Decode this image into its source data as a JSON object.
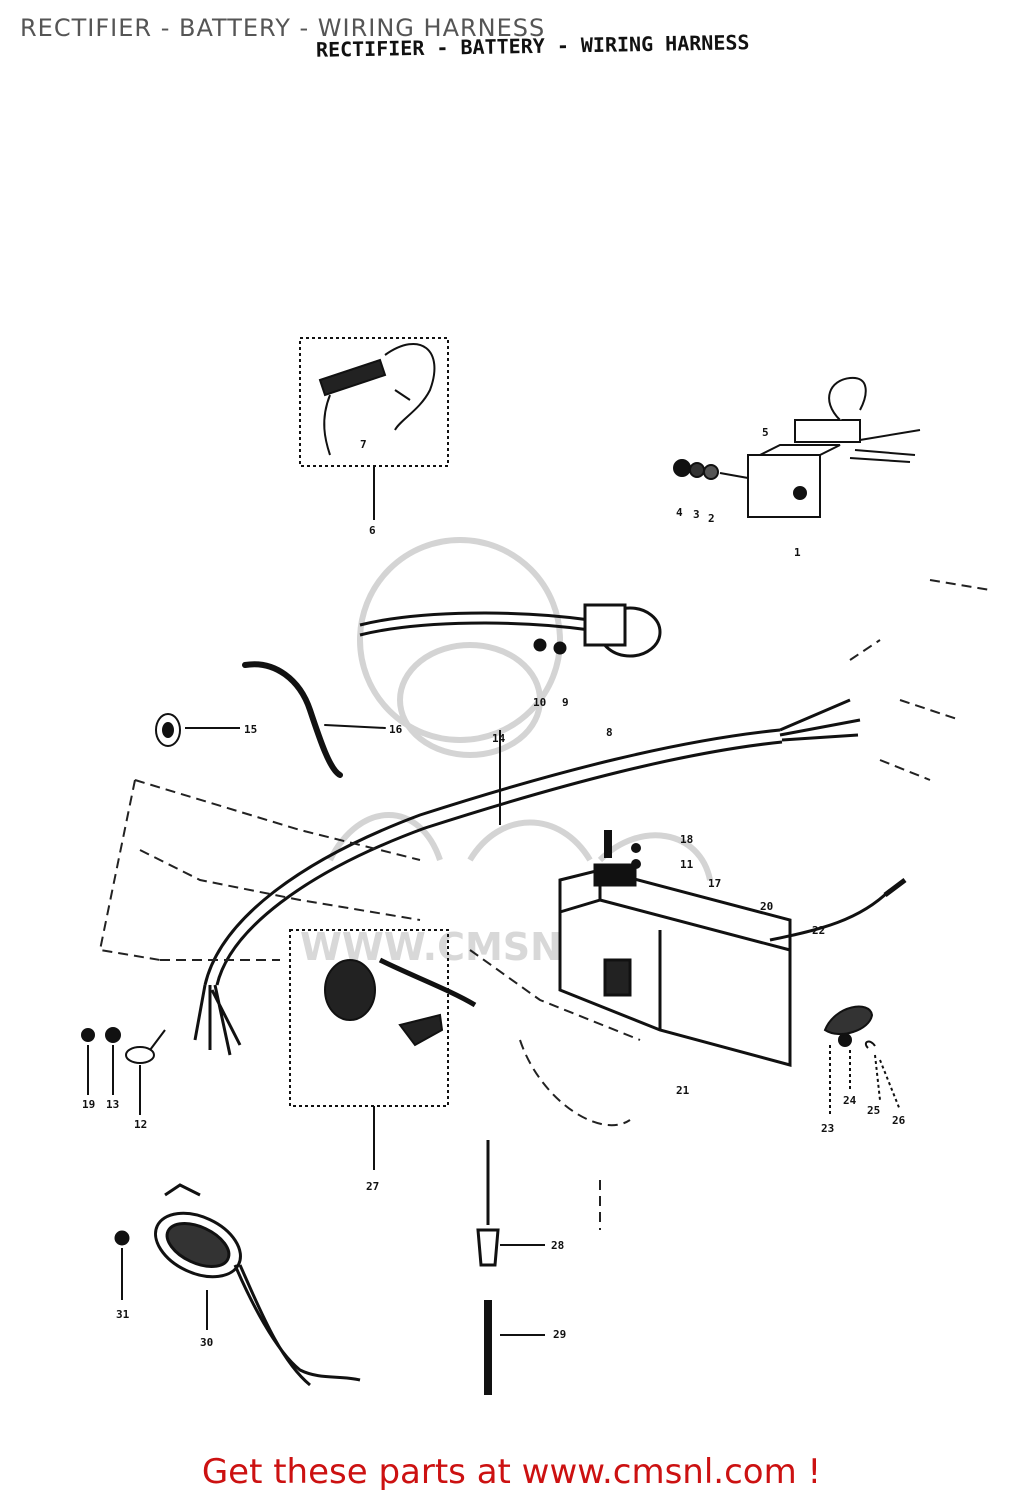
{
  "page_title": "RECTIFIER - BATTERY - WIRING HARNESS",
  "scan_title": "RECTIFIER - BATTERY - WIRING HARNESS",
  "footer_text": "Get these parts at www.cmsnl.com !",
  "colors": {
    "footer": "#cc1111",
    "line": "#111111",
    "watermark": "#cfcfcf"
  },
  "watermark_text": "CMS",
  "watermark_url": "WWW.CMSNL.COM",
  "callouts": [
    {
      "id": "c1",
      "label": "1"
    },
    {
      "id": "c2",
      "label": "2"
    },
    {
      "id": "c3",
      "label": "3"
    },
    {
      "id": "c4",
      "label": "4"
    },
    {
      "id": "c5",
      "label": "5"
    },
    {
      "id": "c6",
      "label": "6"
    },
    {
      "id": "c7",
      "label": "7"
    },
    {
      "id": "c8",
      "label": "8"
    },
    {
      "id": "c9",
      "label": "9"
    },
    {
      "id": "c10",
      "label": "10"
    },
    {
      "id": "c11",
      "label": "11"
    },
    {
      "id": "c12",
      "label": "12"
    },
    {
      "id": "c13",
      "label": "13"
    },
    {
      "id": "c14",
      "label": "14"
    },
    {
      "id": "c15",
      "label": "15"
    },
    {
      "id": "c16",
      "label": "16"
    },
    {
      "id": "c17",
      "label": "17"
    },
    {
      "id": "c18",
      "label": "18"
    },
    {
      "id": "c19",
      "label": "19"
    },
    {
      "id": "c20",
      "label": "20"
    },
    {
      "id": "c21",
      "label": "21"
    },
    {
      "id": "c22",
      "label": "22"
    },
    {
      "id": "c23",
      "label": "23"
    },
    {
      "id": "c24",
      "label": "24"
    },
    {
      "id": "c25",
      "label": "25"
    },
    {
      "id": "c26",
      "label": "26"
    },
    {
      "id": "c27",
      "label": "27"
    },
    {
      "id": "c28",
      "label": "28"
    },
    {
      "id": "c29",
      "label": "29"
    },
    {
      "id": "c30",
      "label": "30"
    },
    {
      "id": "c31",
      "label": "31"
    }
  ]
}
